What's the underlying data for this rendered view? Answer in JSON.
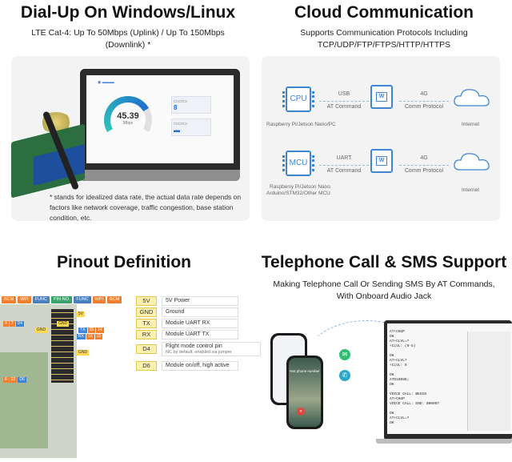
{
  "dialup": {
    "title": "Dial-Up On Windows/Linux",
    "subtitle": "LTE Cat-4: Up To 50Mbps (Uplink) / Up To 150Mbps (Downlink) *",
    "note": "* stands for idealized data rate, the actual data rate depends on factors like network coverage, traffic congestion, base station condition, etc.",
    "gauge_value": "45.39",
    "gauge_unit": "Mbps",
    "stat_value": "8"
  },
  "cloud": {
    "title": "Cloud Communication",
    "subtitle": "Supports Communication Protocols Including TCP/UDP/FTP/FTPS/HTTP/HTTPS",
    "row1": {
      "chip": "CPU",
      "link1_top": "USB",
      "link1_bottom": "AT Command",
      "link2_top": "4G",
      "link2_bottom": "Comm Protocol",
      "caption_left": "Raspberry Pi/Jetson Nano/PC",
      "caption_right": "Internet"
    },
    "row2": {
      "chip": "MCU",
      "link1_top": "UART",
      "link1_bottom": "AT Command",
      "link2_top": "4G",
      "link2_bottom": "Comm Protocol",
      "caption_left_1": "Raspberry Pi/Jetson Nano",
      "caption_left_2": "Arduino/STM32/Other MCU",
      "caption_right": "Internet"
    },
    "module_logo": "W"
  },
  "pinout": {
    "title": "Pinout Definition",
    "header_labels": [
      "BCM",
      "WPI",
      "FUNC",
      "PIN NO.",
      "FUNC",
      "WPI",
      "BCM"
    ],
    "pins": [
      {
        "tag": "5V",
        "desc": "5V Power"
      },
      {
        "tag": "GND",
        "desc": "Ground"
      },
      {
        "tag": "TX",
        "desc": "Module UART RX"
      },
      {
        "tag": "RX",
        "desc": "Module UART TX"
      },
      {
        "tag": "D4",
        "desc": "Flight mode control pin",
        "desc2": "NC by default, enabled via jumper"
      },
      {
        "tag": "D6",
        "desc": "Module on/off, high active"
      }
    ],
    "mini_rows": [
      {
        "a": "5V",
        "b": ""
      },
      {
        "a": "4",
        "b": "7",
        "c": "D4",
        "d": "GND"
      },
      {
        "a": "GND",
        "b": "TX",
        "c": "15",
        "d": "14"
      },
      {
        "a": "RX",
        "b": "16",
        "c": "15"
      },
      {
        "a": "GND"
      },
      {
        "a": "6",
        "b": "22",
        "c": "D6"
      }
    ]
  },
  "telephony": {
    "title": "Telephone Call & SMS Support",
    "subtitle": "Making Telephone Call Or Sending SMS By AT Commands, With Onboard Audio Jack",
    "phone_caller": "Not phone number",
    "terminal_lines": [
      "AT+CHUP",
      "OK",
      "AT+CLVL=?",
      "+CLVL: (0-5)",
      "",
      "OK",
      "AT+CLVL?",
      "+CLVL: 5",
      "",
      "OK",
      "ATD10086;",
      "OK",
      "",
      "VOICE CALL: BEGIN",
      "AT+CHUP",
      "VOICE CALL: END: 000007",
      "",
      "OK",
      "AT+CLVL=?",
      "OK"
    ]
  },
  "colors": {
    "accent_blue": "#3d86d6",
    "pin_yellow": "#fdf0b0",
    "header_orange": "#f08030",
    "sms_green": "#2fbf71",
    "call_teal": "#2aa8c9"
  }
}
